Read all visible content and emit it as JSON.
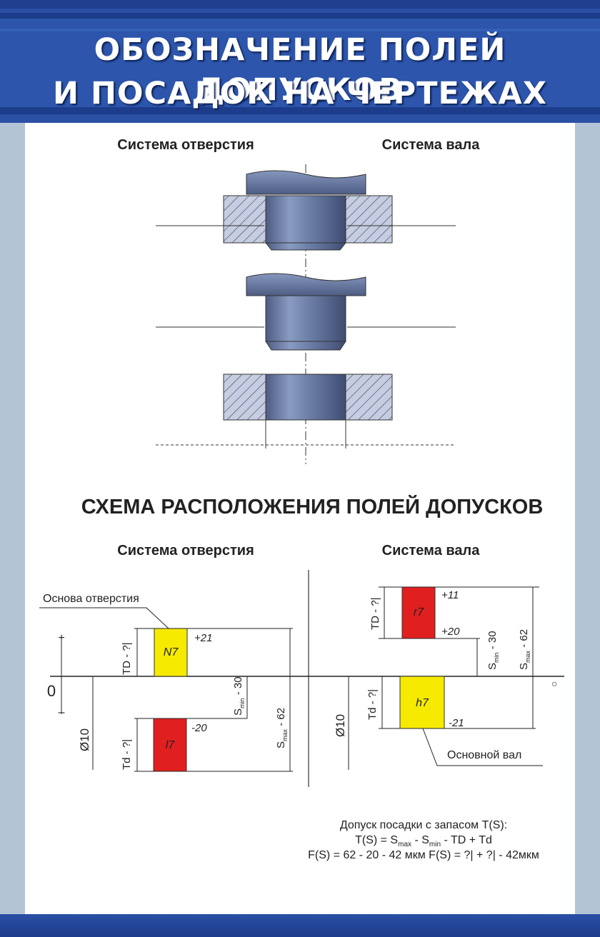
{
  "title": {
    "line1": "ОБОЗНАЧЕНИЕ ПОЛЕЙ ДОПУСКОВ",
    "line2": "И ПОСАДОК НА ЧЕРТЕЖАХ"
  },
  "top": {
    "left_label": "Система отверстия",
    "right_label": "Система вала"
  },
  "scheme": {
    "heading": "СХЕМА РАСПОЛОЖЕНИЯ ПОЛЕЙ ДОПУСКОВ",
    "left_label": "Система отверстия",
    "right_label": "Система вала",
    "left": {
      "callout": "Основа отверстия",
      "plus": "+",
      "minus": "–",
      "zero": "0",
      "n7_label": "N7",
      "n7_value": "+21",
      "td_label": "TD - ?|",
      "l7_label": "l7",
      "l7_value": "-20",
      "td_small": "Td - ?|",
      "diameter": "Ø10",
      "smin_s": "S",
      "smin_sub": "min",
      "smin_val": " - 30",
      "smax_s": "S",
      "smax_sub": "max",
      "smax_val": " - 62"
    },
    "right": {
      "r7_label": "r7",
      "r7_top": "+11",
      "r7_bottom": "+20",
      "td_label": "TD - ?|",
      "h7_label": "h7",
      "h7_value": "-21",
      "td_small": "Td - ?|",
      "diameter": "Ø10",
      "callout": "Основной вал",
      "smin_s": "S",
      "smin_sub": "min",
      "smin_val": " - 30",
      "smax_s": "S",
      "smax_sub": "max",
      "smax_val": " - 62",
      "circle": "○"
    }
  },
  "formula": {
    "line1": "Допуск посадки с запасом T(S):",
    "line2_a": "T(S) = S",
    "line2_sub1": "max",
    "line2_b": " - S",
    "line2_sub2": "min",
    "line2_c": " - TD + Td",
    "line3": "F(S) = 62 - 20 - 42 мкм   F(S) = ?| + ?| - 42мкм"
  },
  "colors": {
    "header_blue": "#2c55ab",
    "yellow": "#f5ea00",
    "red": "#e0201f",
    "steel": "#6f82a8",
    "background": "#aebfd0"
  }
}
